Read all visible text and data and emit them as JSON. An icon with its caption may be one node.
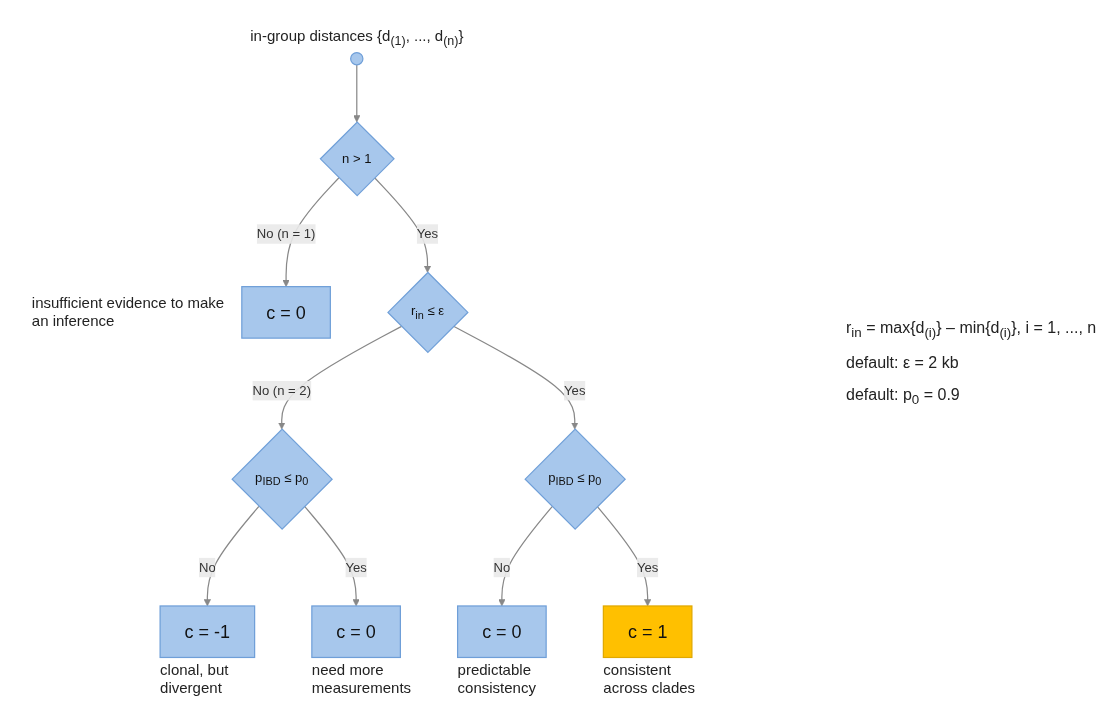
{
  "diagram": {
    "nodes": [
      {
        "text": [],
        "shape": "circle",
        "beside": [
          "in-group distances {d$_{(1)}$, ..., d$_{(n)}$}"
        ]
      },
      {
        "text": [
          "n > 1"
        ]
      },
      {
        "text": [
          "c = 0"
        ],
        "beside": [
          "insufficient evidence to make an inference"
        ]
      },
      {
        "text": [
          "r$_{in}$ ≤ ε"
        ]
      },
      {
        "text": [
          "p$_{IBD}$ ≤ p$_{0}$"
        ]
      },
      {
        "text": [
          "p$_{IBD}$ ≤ p$_{0}$"
        ]
      },
      {
        "text": [
          "c = -1"
        ],
        "beside": [
          "clonal, but divergent"
        ]
      },
      {
        "text": [
          "c = 0"
        ],
        "beside": [
          "need more measurements"
        ]
      },
      {
        "text": [
          "c = 0"
        ],
        "beside": [
          "predictable consistency"
        ]
      },
      {
        "text": [
          "c = 1"
        ],
        "beside": [
          "consistent across clades"
        ]
      }
    ],
    "edges": [
      {
        "from": 0,
        "to": 1,
        "arrow": "to"
      },
      {
        "from": 1,
        "to": 2,
        "arrow": "to",
        "label": "No (n = 1)"
      },
      {
        "from": 1,
        "to": 3,
        "arrow": "to",
        "label": "Yes"
      },
      {
        "from": 3,
        "to": 4,
        "arrow": "to",
        "label": "No (n = 2)"
      },
      {
        "from": 3,
        "to": 5,
        "arrow": "to",
        "label": "Yes"
      },
      {
        "from": 4,
        "to": 6,
        "arrow": "to",
        "label": "No"
      },
      {
        "from": 4,
        "to": 7,
        "arrow": "to",
        "label": "Yes"
      },
      {
        "from": 5,
        "to": 8,
        "arrow": "to",
        "label": "No"
      },
      {
        "from": 5,
        "to": 9,
        "arrow": "to",
        "label": "Yes"
      }
    ],
    "labels": [
      "r$_{in}$ = max{d$_{(i)}$} – min{d$_{(i)}$}, i = 1, ..., n",
      "default: ε = 2 kb",
      "default: p$_{0}$ = 0.9"
    ]
  }
}
